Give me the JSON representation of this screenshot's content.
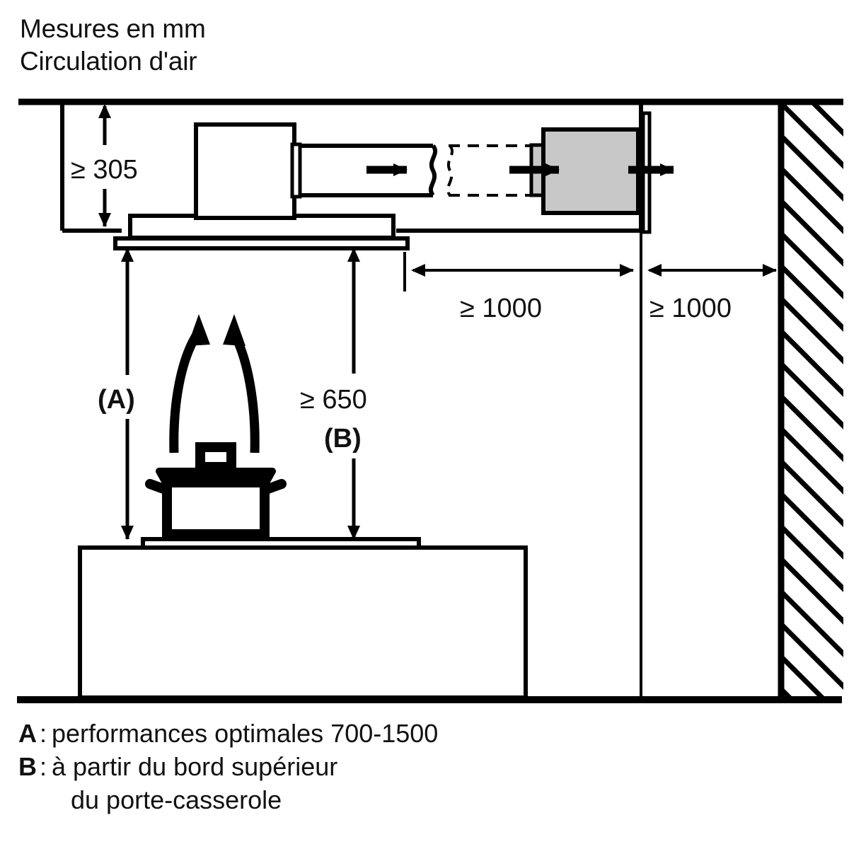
{
  "header": {
    "line1": "Mesures en mm",
    "line2": "Circulation d'air"
  },
  "diagram": {
    "name": "cooker-hood-air-circulation-installation-diagram",
    "dimensions": {
      "ceiling_void_height": "≥ 305",
      "duct_run_to_wall": "≥ 1000",
      "wall_clearance": "≥ 1000",
      "hood_to_hob_b": "≥ 650",
      "label_a": "(A)",
      "label_b": "(B)"
    },
    "colors": {
      "line": "#000000",
      "fan_fill": "#c8c8c8",
      "background": "#ffffff"
    },
    "parts": {
      "ceiling": "ceiling-line",
      "wall": "hatched-wall",
      "floor": "floor-line",
      "hood": "cooker-hood-body",
      "filter": "hood-filter-panel",
      "duct": "exhaust-duct",
      "duct_break": "duct-break-symbol",
      "duct_dashed": "duct-continuation-dashed",
      "fan": "external-fan-motor",
      "flange": "wall-outlet-flange",
      "hob": "hob-cooktop",
      "island": "kitchen-island-cabinet",
      "pot": "cooking-pot",
      "steam": "steam-flow-arrows",
      "airflow": "airflow-direction-arrows"
    }
  },
  "legend": {
    "items": [
      {
        "key": "A",
        "separator": ":",
        "text": "performances optimales 700-1500",
        "continuation": ""
      },
      {
        "key": "B",
        "separator": ":",
        "text": "à partir du bord supérieur",
        "continuation": "du porte-casserole"
      }
    ]
  }
}
